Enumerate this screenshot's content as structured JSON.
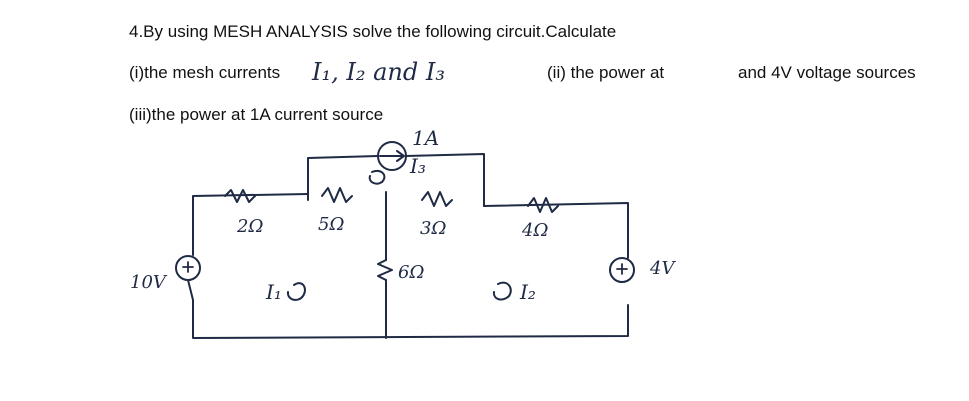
{
  "problem": {
    "title": "4.By using MESH ANALYSIS solve the following circuit.Calculate",
    "part1_prefix": "(i)the mesh currents",
    "part1_handwritten": "I₁, I₂ and I₃",
    "part2_prefix": "(ii) the power at",
    "part2_suffix": "and 4V voltage sources",
    "part3": "(iii)the power at 1A current source"
  },
  "circuit": {
    "source_left_label": "10V",
    "source_right_label": "4V",
    "current_source_label": "1A",
    "r1_label": "2Ω",
    "r2_label": "5Ω",
    "r3_label": "3Ω",
    "r4_label": "6Ω",
    "r5_label": "4Ω",
    "mesh1_label": "I₁",
    "mesh2_label": "I₂",
    "mesh3_label": "I₃",
    "ink_color": "#1f2a44"
  }
}
